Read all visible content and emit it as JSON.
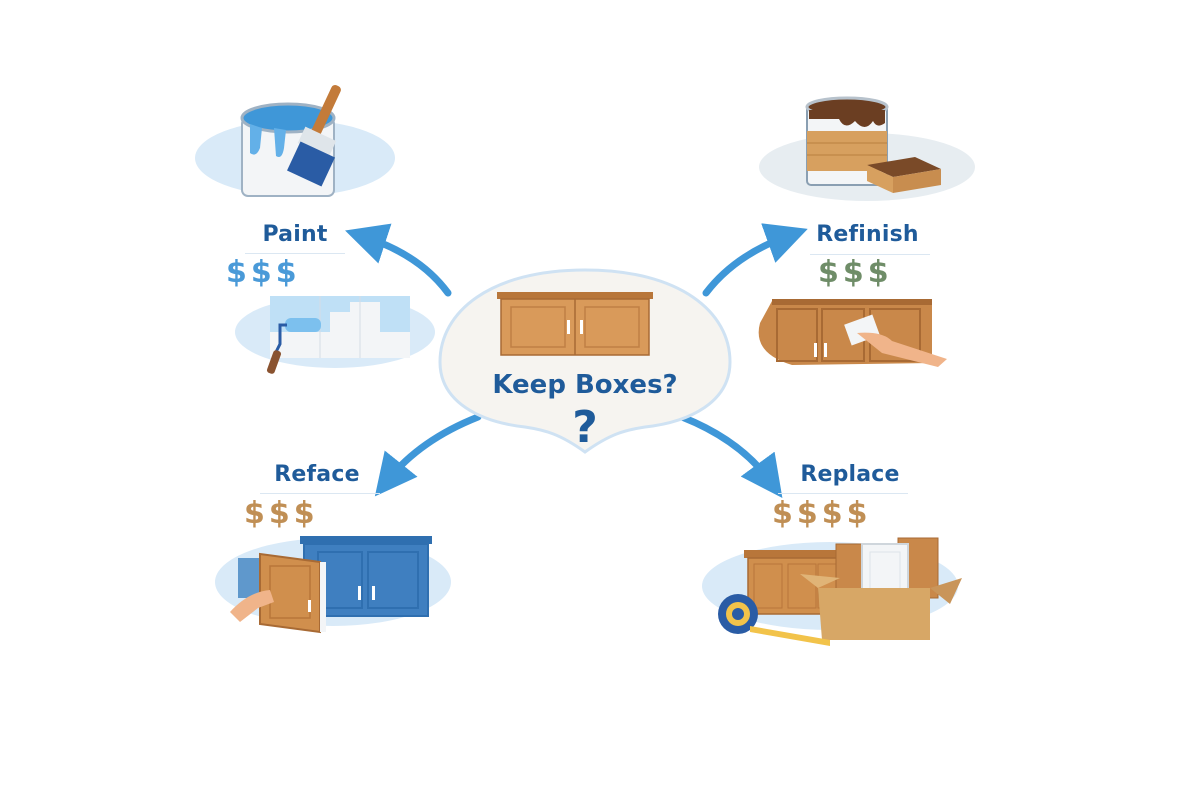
{
  "center": {
    "title": "Keep Boxes?",
    "question_mark": "?"
  },
  "options": [
    {
      "id": "paint",
      "label": "Paint",
      "price": "$$$",
      "price_color": "#4a9ad8"
    },
    {
      "id": "refinish",
      "label": "Refinish",
      "price": "$$$",
      "price_color": "#6f8d68"
    },
    {
      "id": "reface",
      "label": "Reface",
      "price": "$$$",
      "price_color": "#c08f55"
    },
    {
      "id": "replace",
      "label": "Replace",
      "price": "$$$$",
      "price_color": "#c08f55"
    }
  ],
  "colors": {
    "arrow": "#3f97d8",
    "title": "#1f5b9a",
    "cabinet_wood": "#d99a5a",
    "cabinet_blue": "#3f7fc0"
  }
}
